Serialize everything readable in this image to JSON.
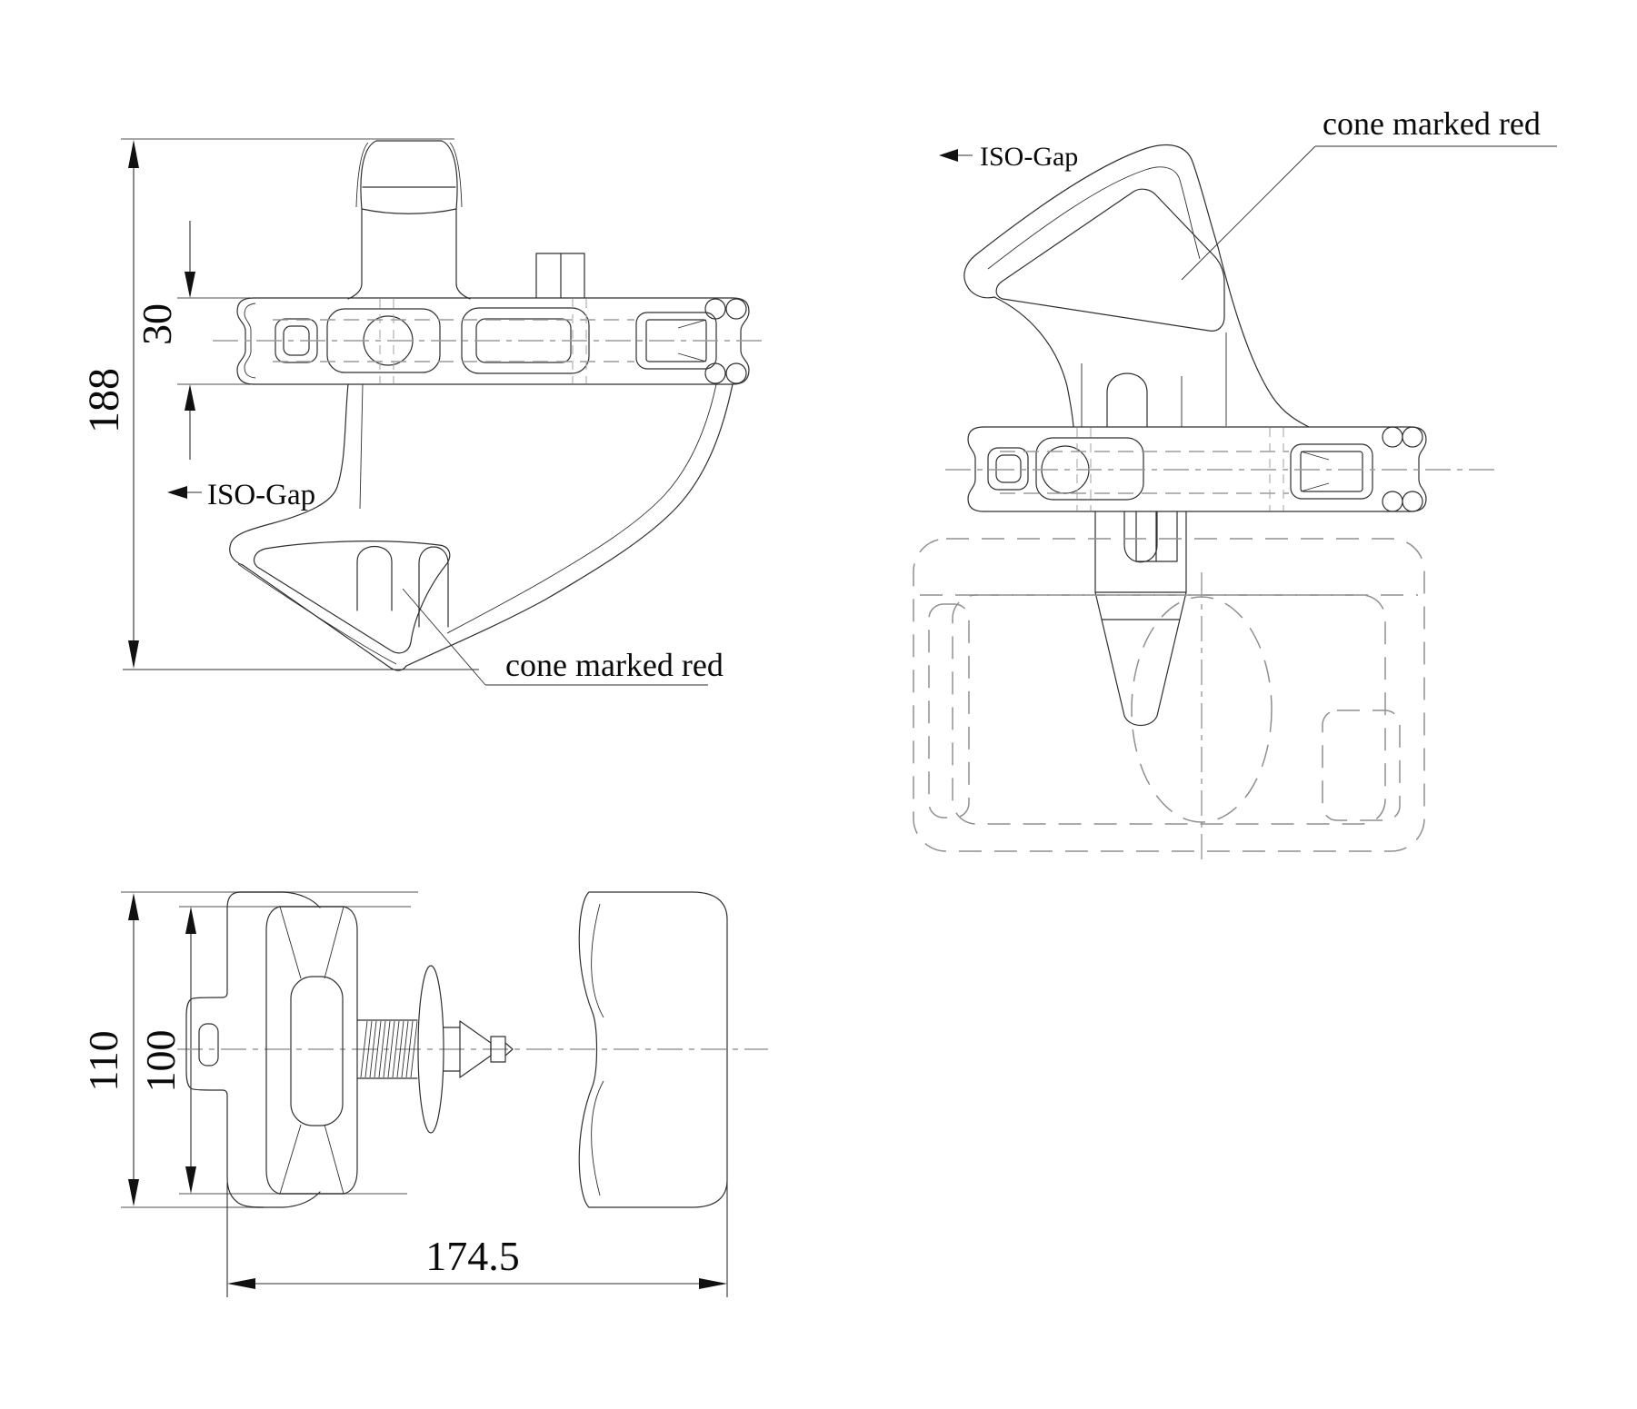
{
  "drawing": {
    "labels": {
      "iso_gap": "ISO-Gap",
      "cone_marked_red": "cone marked red"
    },
    "dimensions": {
      "overall_height": "188",
      "plate_thickness": "30",
      "flange_height": "110",
      "body_height": "100",
      "overall_length": "174.5"
    },
    "colors": {
      "line": "#2f2f2f",
      "hidden_line": "#9b9b9b",
      "background": "#ffffff"
    }
  }
}
